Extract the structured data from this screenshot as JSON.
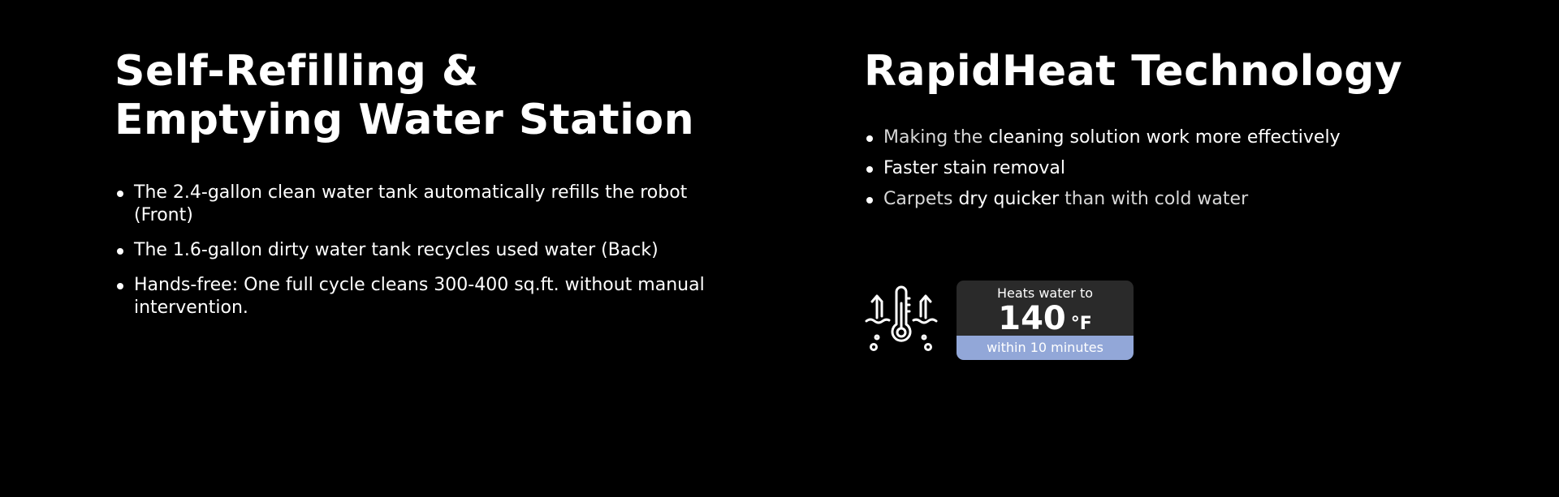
{
  "left": {
    "title_line1": "Self-Refilling &",
    "title_line2": "Emptying Water Station",
    "bullets": [
      "The 2.4-gallon clean water tank automatically refills the robot (Front)",
      "The 1.6-gallon dirty water tank recycles used water (Back)",
      "Hands-free: One full cycle cleans 300-400 sq.ft. without manual intervention."
    ]
  },
  "right": {
    "title": "RapidHeat Technology",
    "bullets": [
      {
        "pre": "Making the ",
        "strong": "cleaning solution work more effectively",
        "post": ""
      },
      {
        "pre": "",
        "strong": "Faster stain removal",
        "post": ""
      },
      {
        "pre": "Carpets ",
        "strong": "dry quicker",
        "post": " than with cold water"
      }
    ],
    "heat_card": {
      "label": "Heats water to",
      "temperature": "140",
      "unit": "°F",
      "footer": "within 10 minutes"
    },
    "icon": "thermometer-heat-icon"
  },
  "colors": {
    "background": "#000000",
    "text": "#ffffff",
    "card_bg": "#2a2a2a",
    "card_accent": "#92a7d8"
  }
}
